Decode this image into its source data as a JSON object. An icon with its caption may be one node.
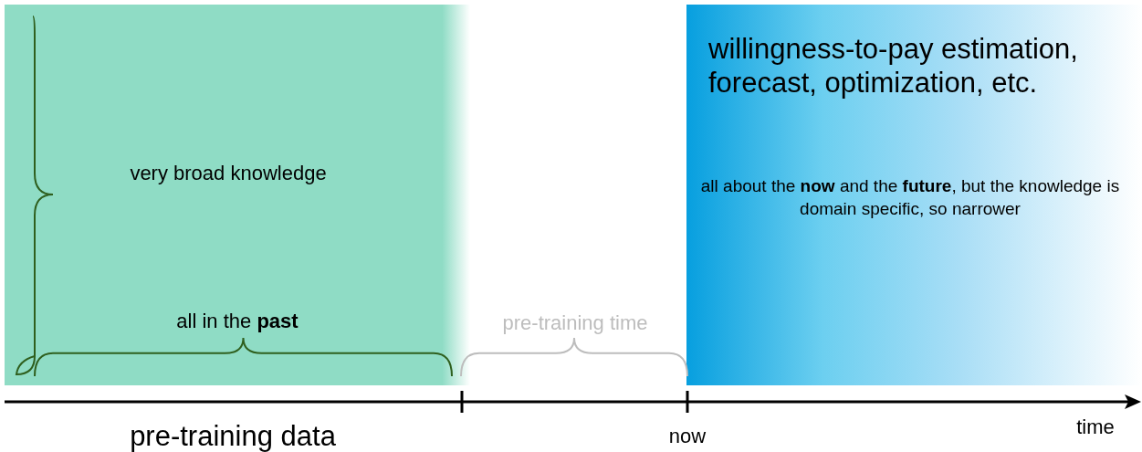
{
  "diagram": {
    "nodes": [
      {
        "text": [
          "very broad knowledge",
          "all in the **past**"
        ]
      },
      {
        "text": [
          "willingness-to-pay estimation, forecast, optimization, etc.",
          "all about the **now** and the **future**, but the knowledge is domain specific, so narrower"
        ]
      }
    ],
    "labels": [
      "pre-training time",
      "pre-training data",
      "now",
      "time"
    ]
  }
}
